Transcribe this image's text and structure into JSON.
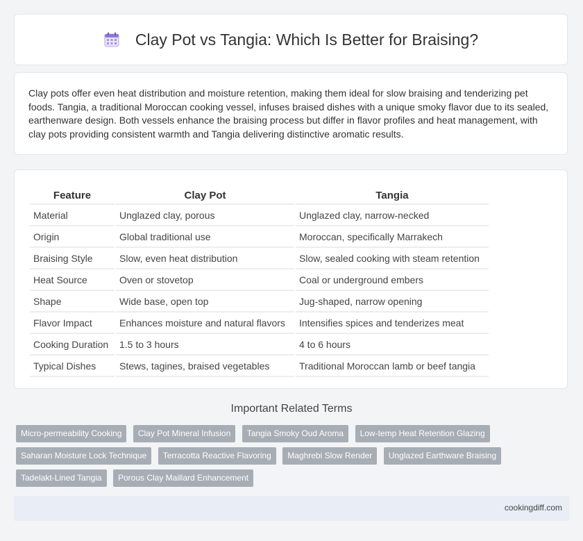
{
  "header": {
    "title": "Clay Pot vs Tangia: Which Is Better for Braising?",
    "icon": "calendar-icon"
  },
  "intro": {
    "text": "Clay pots offer even heat distribution and moisture retention, making them ideal for slow braising and tenderizing pet foods. Tangia, a traditional Moroccan cooking vessel, infuses braised dishes with a unique smoky flavor due to its sealed, earthenware design. Both vessels enhance the braising process but differ in flavor profiles and heat management, with clay pots providing consistent warmth and Tangia delivering distinctive aromatic results."
  },
  "table": {
    "headers": [
      "Feature",
      "Clay Pot",
      "Tangia"
    ],
    "rows": [
      [
        "Material",
        "Unglazed clay, porous",
        "Unglazed clay, narrow-necked"
      ],
      [
        "Origin",
        "Global traditional use",
        "Moroccan, specifically Marrakech"
      ],
      [
        "Braising Style",
        "Slow, even heat distribution",
        "Slow, sealed cooking with steam retention"
      ],
      [
        "Heat Source",
        "Oven or stovetop",
        "Coal or underground embers"
      ],
      [
        "Shape",
        "Wide base, open top",
        "Jug-shaped, narrow opening"
      ],
      [
        "Flavor Impact",
        "Enhances moisture and natural flavors",
        "Intensifies spices and tenderizes meat"
      ],
      [
        "Cooking Duration",
        "1.5 to 3 hours",
        "4 to 6 hours"
      ],
      [
        "Typical Dishes",
        "Stews, tagines, braised vegetables",
        "Traditional Moroccan lamb or beef tangia"
      ]
    ]
  },
  "related": {
    "title": "Important Related Terms",
    "tags": [
      "Micro-permeability Cooking",
      "Clay Pot Mineral Infusion",
      "Tangia Smoky Oud Aroma",
      "Low-temp Heat Retention Glazing",
      "Saharan Moisture Lock Technique",
      "Terracotta Reactive Flavoring",
      "Maghrebi Slow Render",
      "Unglazed Earthware Braising",
      "Tadelakt-Lined Tangia",
      "Porous Clay Maillard Enhancement"
    ]
  },
  "footer": {
    "site": "cookingdiff.com"
  }
}
